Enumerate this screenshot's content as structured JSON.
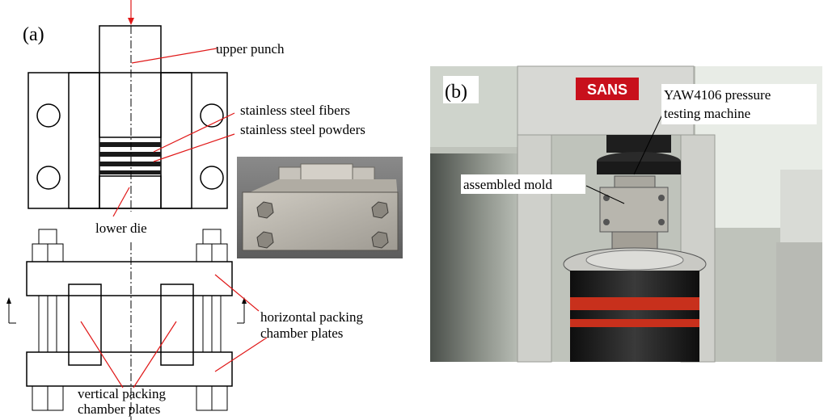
{
  "panel_a": {
    "label": "(a)",
    "upper_punch": "upper punch",
    "fibers": "stainless steel fibers",
    "powders": "stainless steel powders",
    "lower_die": "lower die",
    "horizontal_line1": "horizontal packing",
    "horizontal_line2": "chamber plates",
    "vertical_line1": "vertical packing",
    "vertical_line2": "chamber plates"
  },
  "panel_b": {
    "label": "(b)",
    "brand": "SANS",
    "machine_line1": "YAW4106 pressure",
    "machine_line2": "testing machine",
    "mold": "assembled mold"
  },
  "colors": {
    "leader": "#e01818",
    "photo_bg": "#6f6f6f",
    "block": "#b9b6ae",
    "machine": "#d7d8d4",
    "cylinder": "#1c1c1c",
    "red_band": "#c8301c"
  }
}
